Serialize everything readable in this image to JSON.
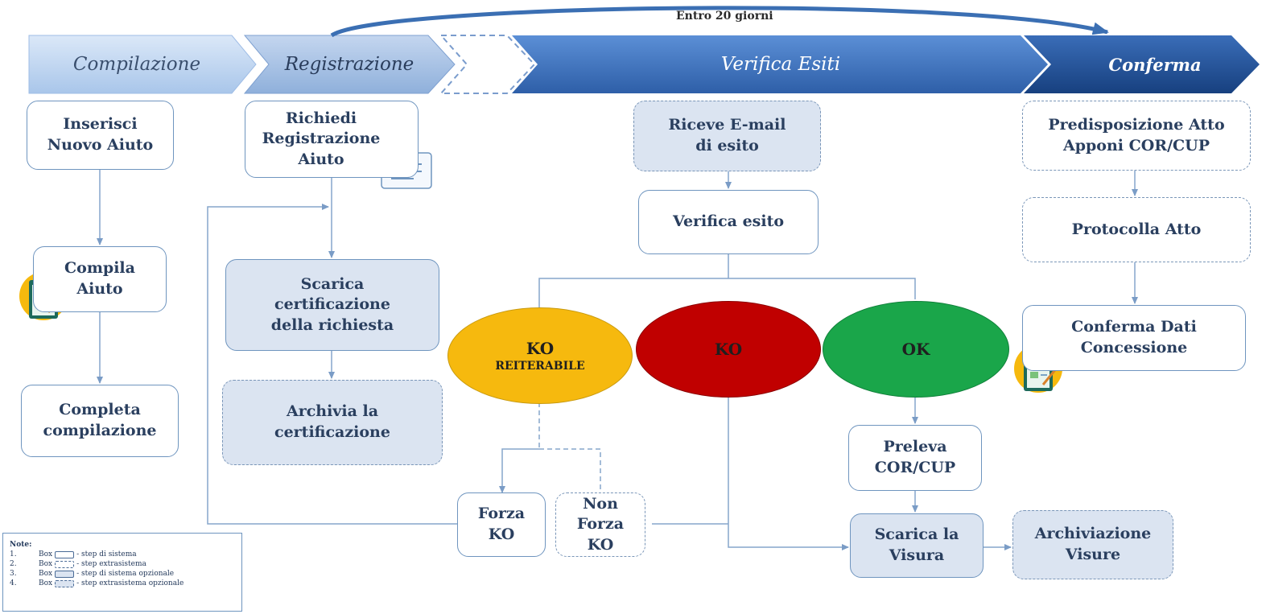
{
  "top_arc_label": "Entro 20 giorni",
  "phases": {
    "compilazione": "Compilazione",
    "registrazione": "Registrazione",
    "verifica": "Verifica Esiti",
    "conferma": "Conferma"
  },
  "boxes": {
    "inserisci": "Inserisci\nNuovo Aiuto",
    "compila": "Compila\nAiuto",
    "completa": "Completa\ncompilazione",
    "richiedi": "Richiedi\nRegistrazione\nAiuto",
    "scarica_cert": "Scarica\ncertificazione\ndella richiesta",
    "archivia_cert": "Archivia la\ncertificazione",
    "riceve_email": "Riceve E-mail\ndi esito",
    "verifica_esito": "Verifica esito",
    "forza_ko": "Forza\nKO",
    "non_forza_ko": "Non\nForza\nKO",
    "preleva": "Preleva\nCOR/CUP",
    "scarica_visura": "Scarica la\nVisura",
    "archiviazione": "Archiviazione\nVisure",
    "predisposizione": "Predisposizione Atto\nApponi COR/CUP",
    "protocolla": "Protocolla Atto",
    "conferma_dati": "Conferma Dati\nConcessione"
  },
  "outcomes": {
    "ko_reit_main": "KO",
    "ko_reit_sub": "REITERABILE",
    "ko": "KO",
    "ok": "OK"
  },
  "colors": {
    "ko_reiterabile": "#f6b90e",
    "ko": "#c00000",
    "ok": "#1aa64a"
  },
  "legend": {
    "title": "Note:",
    "rows": [
      {
        "num": "1.",
        "box": "Box",
        "desc": "- step di sistema"
      },
      {
        "num": "2.",
        "box": "Box",
        "desc": "- step extrasistema"
      },
      {
        "num": "3.",
        "box": "Box",
        "desc": "- step di sistema opzionale"
      },
      {
        "num": "4.",
        "box": "Box",
        "desc": "- step extrasistema opzionale"
      }
    ]
  }
}
